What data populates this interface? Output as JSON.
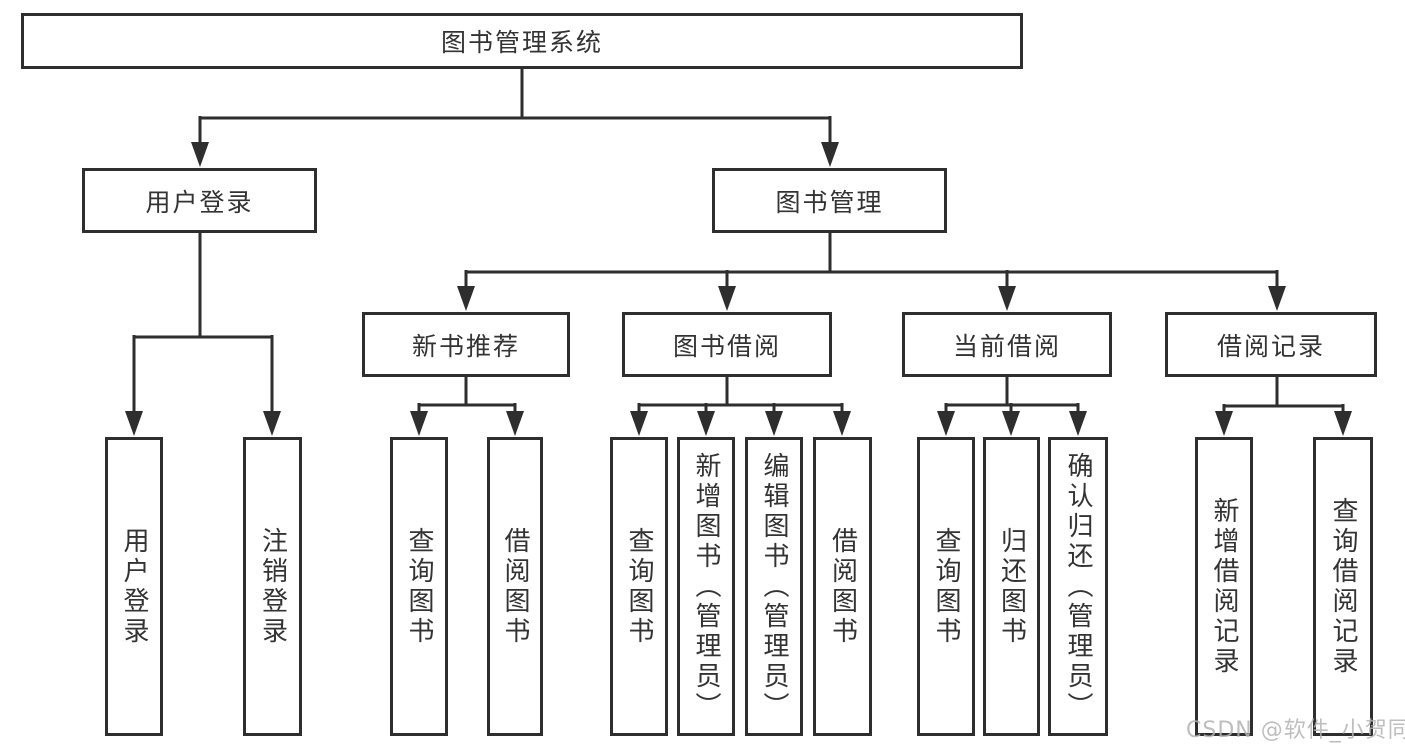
{
  "diagram": {
    "root": {
      "label": "图书管理系统"
    },
    "branches": [
      {
        "label": "用户登录",
        "children": [
          {
            "label": "用户登录"
          },
          {
            "label": "注销登录"
          }
        ]
      },
      {
        "label": "图书管理",
        "sections": [
          {
            "label": "新书推荐",
            "children": [
              {
                "label": "查询图书"
              },
              {
                "label": "借阅图书"
              }
            ]
          },
          {
            "label": "图书借阅",
            "children": [
              {
                "label": "查询图书"
              },
              {
                "label": "新增图书（管理员）"
              },
              {
                "label": "编辑图书（管理员）"
              },
              {
                "label": "借阅图书"
              }
            ]
          },
          {
            "label": "当前借阅",
            "children": [
              {
                "label": "查询图书"
              },
              {
                "label": "归还图书"
              },
              {
                "label": "确认归还（管理员）"
              }
            ]
          },
          {
            "label": "借阅记录",
            "children": [
              {
                "label": "新增借阅记录"
              },
              {
                "label": "查询借阅记录"
              }
            ]
          }
        ]
      }
    ]
  },
  "watermark": "CSDN @软件_小贺同学",
  "colors": {
    "line": "#2e2e2e",
    "text": "#333333",
    "watermark": "#b3b3b3",
    "background": "#ffffff"
  }
}
